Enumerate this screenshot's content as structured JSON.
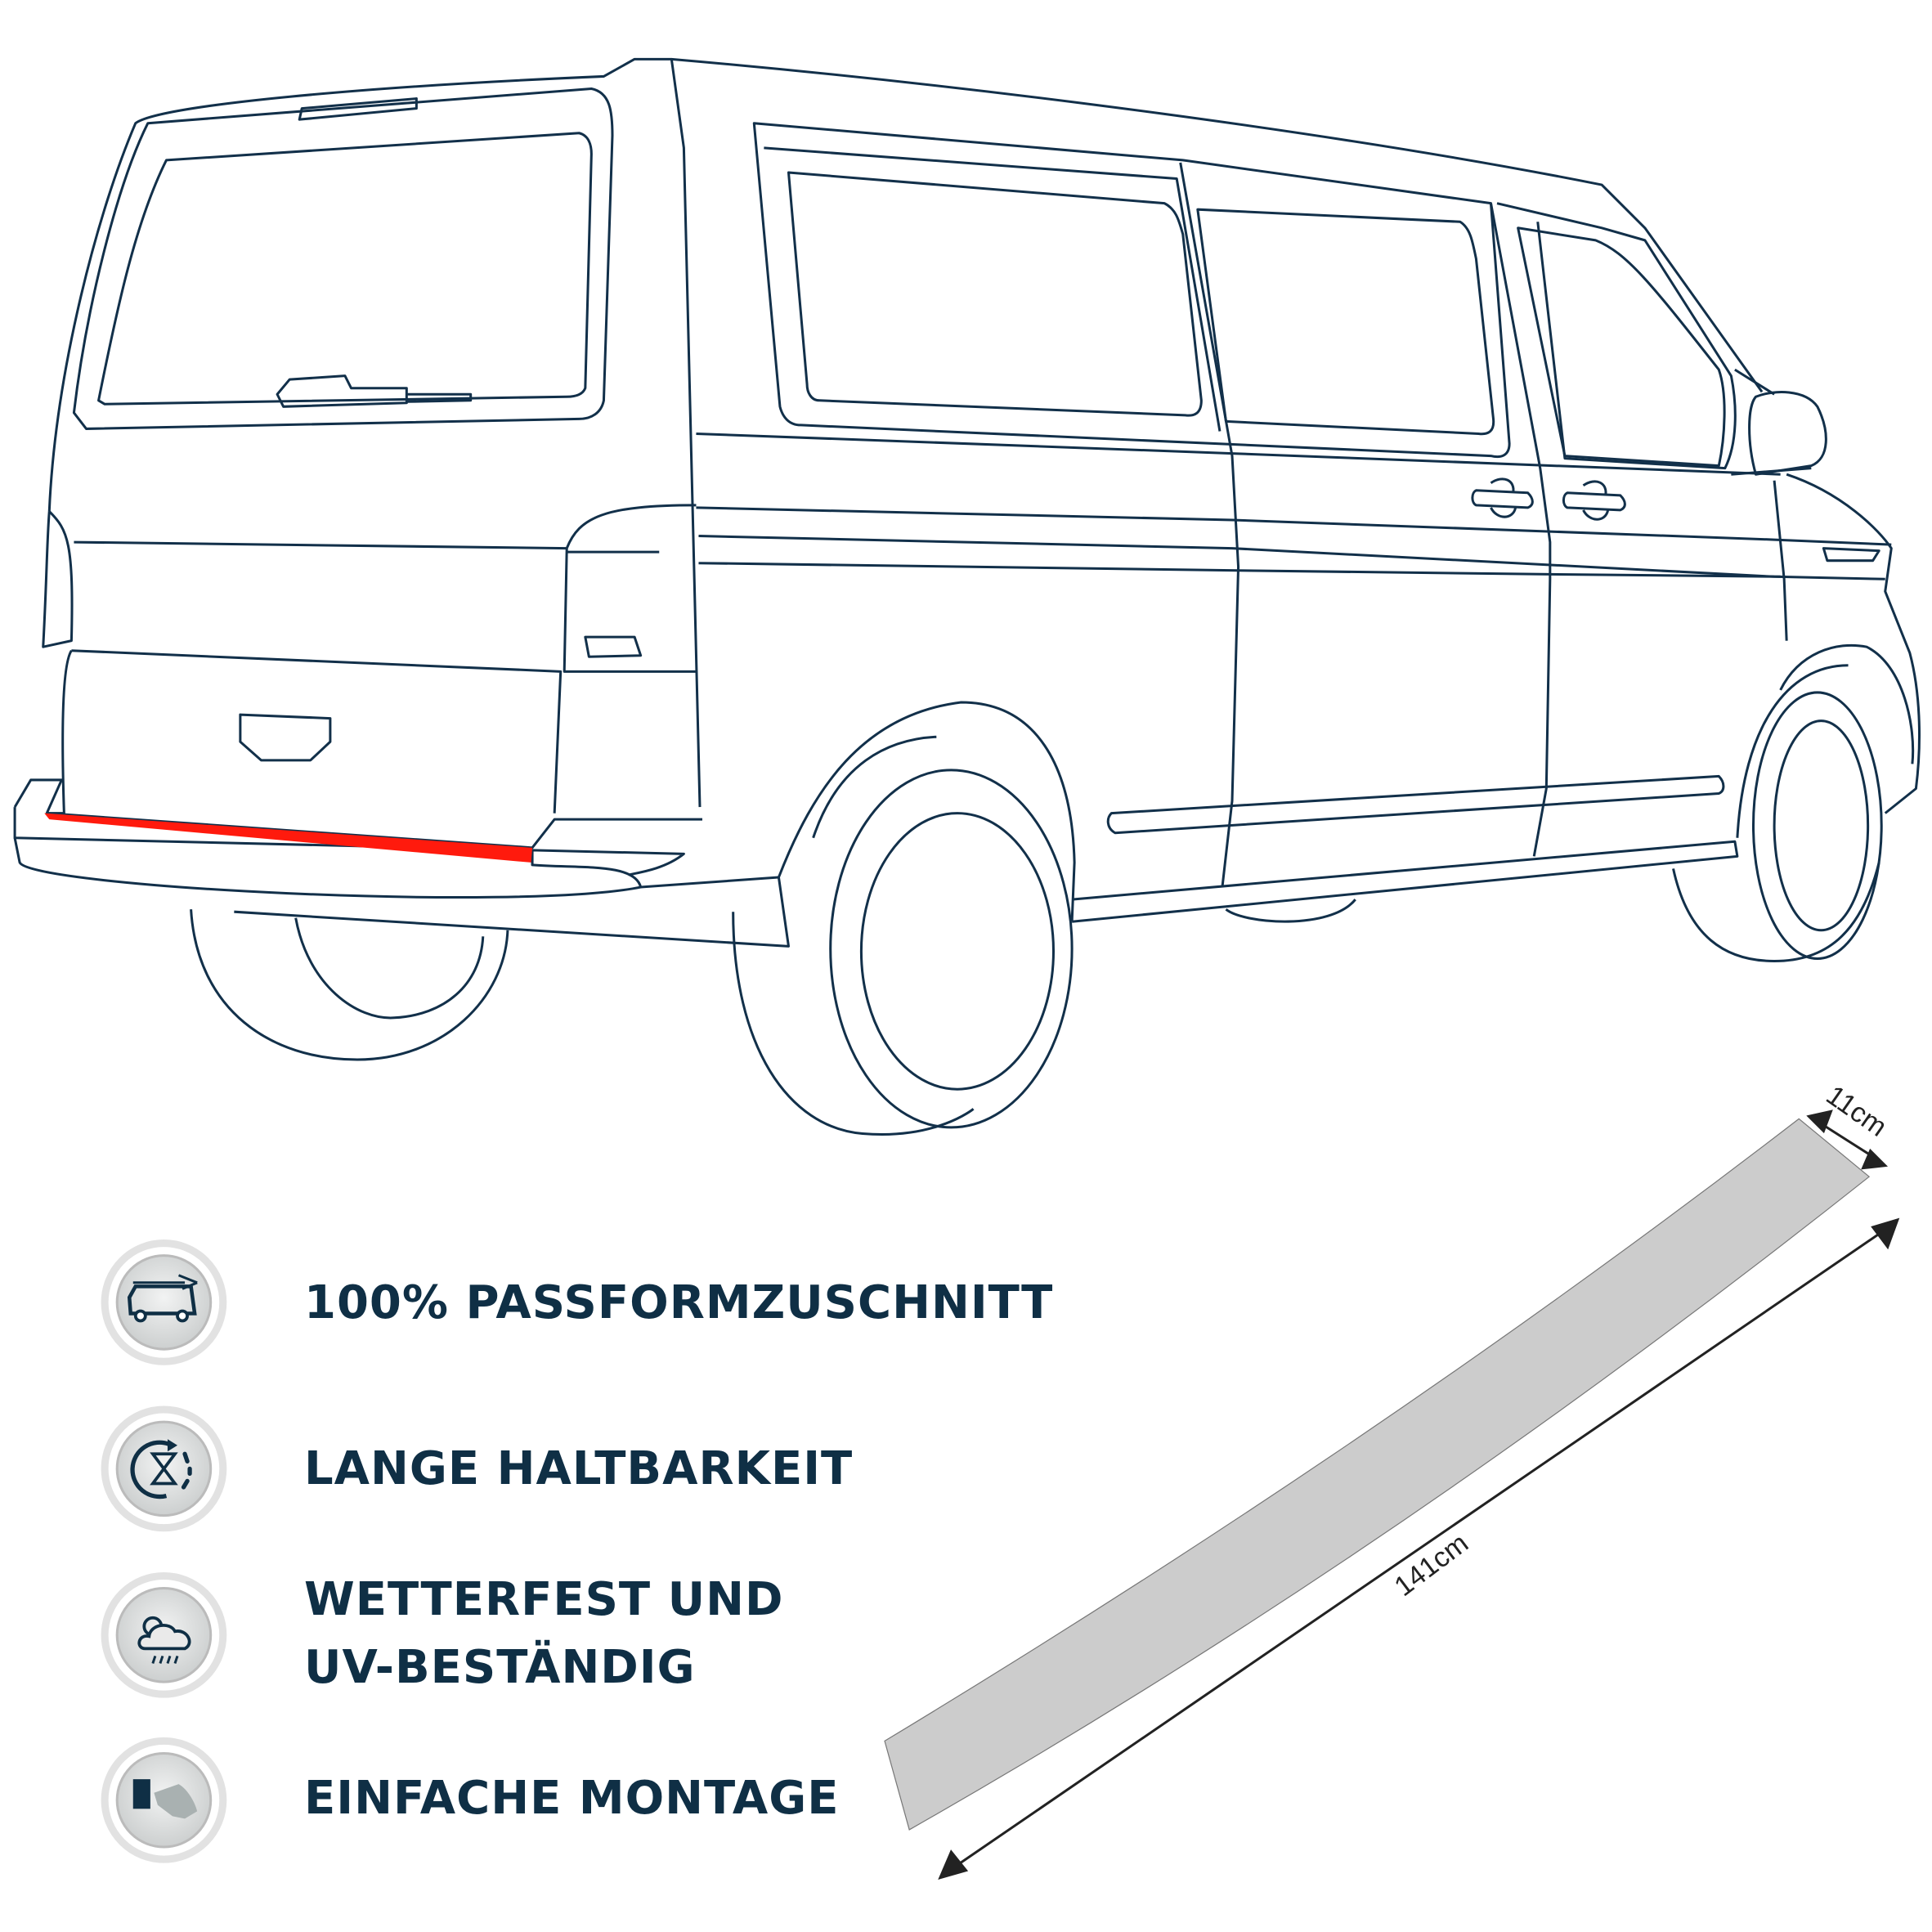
{
  "features": [
    {
      "label": "100% PASSFORMZUSCHNITT",
      "icon": "van-scissors-icon"
    },
    {
      "label": "LANGE HALTBARKEIT",
      "icon": "hourglass-cycle-icon"
    },
    {
      "label_line1": "WETTERFEST UND",
      "label_line2": "UV-BESTÄNDIG",
      "icon": "sun-cloud-rain-icon"
    },
    {
      "label": "EINFACHE MONTAGE",
      "icon": "hand-applying-film-icon"
    }
  ],
  "dimensions": {
    "width": "11cm",
    "length": "141cm"
  },
  "colors": {
    "outline": "#12304a",
    "highlight": "#ff0000",
    "strip": "#cccccc",
    "text": "#0f2f45"
  }
}
